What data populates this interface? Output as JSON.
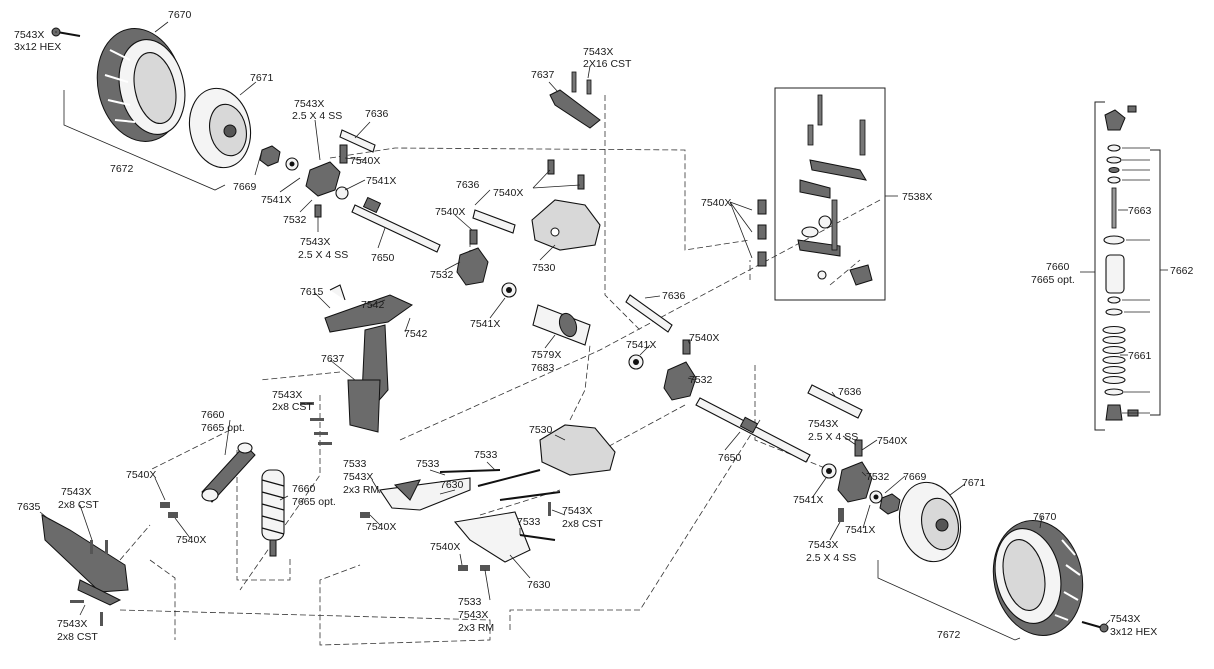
{
  "labels": {
    "p7543x_hex_tl": "7543X",
    "p3x12hex_tl": "3x12 HEX",
    "p7670_tl": "7670",
    "p7671_tl": "7671",
    "p7672_tl": "7672",
    "p7669_tl": "7669",
    "p7543x_a": "7543X",
    "p25x4ss_a": "2.5 X 4 SS",
    "p7636_a": "7636",
    "p7540x_a": "7540X",
    "p7541x_a": "7541X",
    "p7541x_b": "7541X",
    "p7532_a": "7532",
    "p7543x_b": "7543X",
    "p25x4ss_b": "2.5 X 4 SS",
    "p7650_a": "7650",
    "p7637_a": "7637",
    "p7543x_c": "7543X",
    "p2x16cst": "2X16 CST",
    "p7636_b": "7636",
    "p7540x_b": "7540X",
    "p7540x_c": "7540X",
    "p7532_b": "7532",
    "p7530_a": "7530",
    "p7541x_c": "7541X",
    "p7579x": "7579X",
    "p7683": "7683",
    "p7636_c": "7636",
    "p7541x_d": "7541X",
    "p7540x_d": "7540X",
    "p7532_c": "7532",
    "p7540x_e": "7540X",
    "p7538x": "7538X",
    "p7663": "7663",
    "p7660_r": "7660",
    "p7665opt_r": "7665 opt.",
    "p7662": "7662",
    "p7661": "7661",
    "p7615": "7615",
    "p7542_a": "7542",
    "p7542_b": "7542",
    "p7637_b": "7637",
    "p7543x_d": "7543X",
    "p2x8cst_a": "2x8 CST",
    "p7660_l": "7660",
    "p7665opt_l": "7665 opt.",
    "p7540x_f": "7540X",
    "p7540x_g": "7540X",
    "p7660_m": "7660",
    "p7665opt_m": "7665 opt.",
    "p7543x_e": "7543X",
    "p2x8cst_b": "2x8 CST",
    "p7635": "7635",
    "p7543x_f": "7543X",
    "p2x8cst_c": "2x8 CST",
    "p7533_a": "7533",
    "p7543x_g": "7543X",
    "p2x3rm_a": "2x3 RM",
    "p7533_b": "7533",
    "p7630_a": "7630",
    "p7540x_h": "7540X",
    "p7533_c": "7533",
    "p7530_b": "7530",
    "p7543x_h": "7543X",
    "p2x8cst_d": "2x8 CST",
    "p7533_d": "7533",
    "p7540x_i": "7540X",
    "p7533_e": "7533",
    "p7543x_i": "7543X",
    "p2x3rm_b": "2x3 RM",
    "p7630_b": "7630",
    "p7650_b": "7650",
    "p7636_d": "7636",
    "p7543x_j": "7543X",
    "p25x4ss_c": "2.5 X 4 SS",
    "p7540x_j": "7540X",
    "p7541x_e": "7541X",
    "p7532_d": "7532",
    "p7669_br": "7669",
    "p7541x_f": "7541X",
    "p7671_br": "7671",
    "p7543x_k": "7543X",
    "p25x4ss_d": "2.5 X 4 SS",
    "p7670_br": "7670",
    "p7672_br": "7672",
    "p7543x_hex_br": "7543X",
    "p3x12hex_br": "3x12 HEX"
  }
}
